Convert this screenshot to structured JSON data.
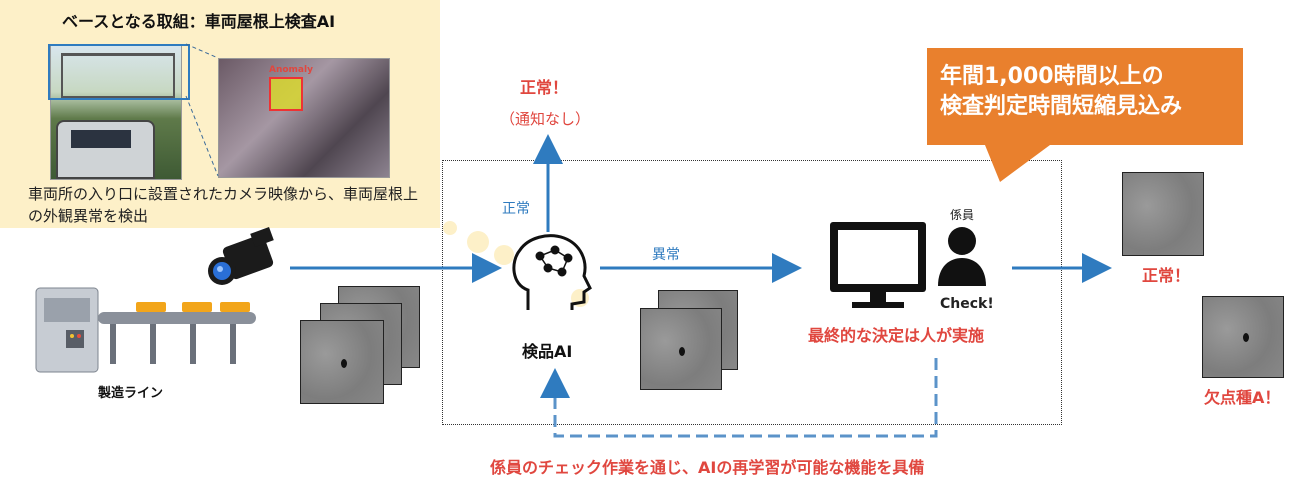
{
  "callout": {
    "title": "ベースとなる取組：車両屋根上検査AI",
    "anomaly_label": "Anomaly",
    "description": "車両所の入り口に設置されたカメラ映像から、車両屋根上の外観異常を検出"
  },
  "line_label": "製造ライン",
  "ai_label": "検品AI",
  "normal_branch": {
    "arrow_label": "正常",
    "result_title": "正常！",
    "result_sub": "（通知なし）"
  },
  "abnormal_label": "異常",
  "inspector": {
    "role": "係員",
    "check": "Check!",
    "decision": "最終的な決定は人が実施"
  },
  "highlight": {
    "line1": "年間1,000時間以上の",
    "line2": "検査判定時間短縮見込み"
  },
  "results": {
    "ok": "正常！",
    "defect": "欠点種A！"
  },
  "feedback": "係員のチェック作業を通じ、AIの再学習が可能な機能を具備",
  "colors": {
    "accent_red": "#e0473f",
    "flow_blue": "#2f7bbf",
    "highlight_orange": "#e9802d",
    "callout_bg": "#fdf0c8"
  }
}
